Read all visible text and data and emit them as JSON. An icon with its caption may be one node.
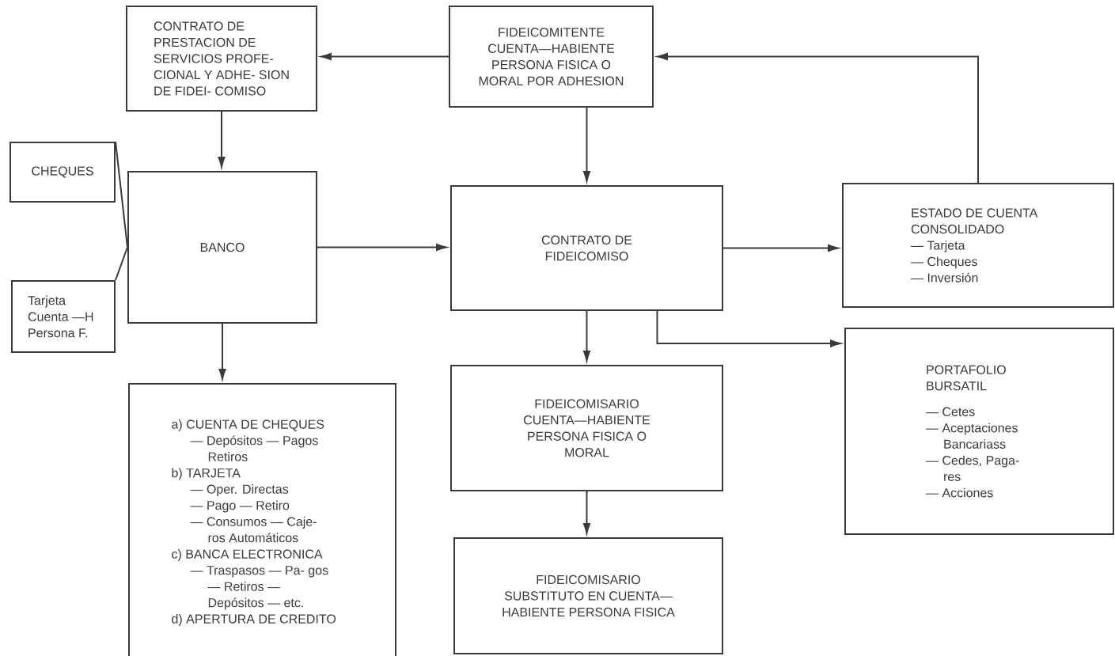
{
  "diagram": {
    "nodes": [
      {
        "text": [
          "CONTRATO DE PRESTACION DE SERVICIOS PROFE- CIONAL Y ADHE- SION DE FIDEI- COMISO"
        ]
      },
      {
        "text": [
          "FIDEICOMITENTE CUENTA—HABIENTE PERSONA FISICA O MORAL POR ADHESION"
        ]
      },
      {
        "text": [
          "CHEQUES"
        ]
      },
      {
        "text": [
          "BANCO"
        ]
      },
      {
        "text": [
          "CONTRATO DE FIDEICOMISO"
        ]
      },
      {
        "text": [
          "ESTADO DE CUENTA CONSOLIDADO",
          "— Tarjeta",
          "— Cheques",
          "— Inversión"
        ]
      },
      {
        "text": [
          "Tarjeta Cuenta —H Persona F."
        ]
      },
      {
        "text": [
          "a) CUENTA DE CHEQUES",
          "— Depósitos — Pagos Retiros",
          "b) TARJETA",
          "— Oper. Directas",
          "— Pago — Retiro",
          "— Consumos — Caje- ros Automáticos",
          "c) BANCA ELECTRONICA",
          "— Traspasos — Pa- gos — Retiros — Depósitos — etc.",
          "d) APERTURA DE CREDITO"
        ]
      },
      {
        "text": [
          "FIDEICOMISARIO CUENTA—HABIENTE PERSONA FISICA O MORAL"
        ]
      },
      {
        "text": [
          "PORTAFOLIO BURSATIL",
          "— Cetes",
          "— Aceptaciones Bancariass",
          "— Cedes, Paga- res",
          "— Acciones"
        ]
      },
      {
        "text": [
          "FIDEICOMISARIO SUBSTITUTO EN CUENTA— HABIENTE PERSONA FISICA"
        ]
      }
    ],
    "edges": [
      {
        "from": 1,
        "to": 0,
        "arrow": "to"
      },
      {
        "from": 0,
        "to": 3,
        "arrow": "to"
      },
      {
        "from": 1,
        "to": 4,
        "arrow": "to"
      },
      {
        "from": 5,
        "to": 1,
        "arrow": "to"
      },
      {
        "from": 2,
        "to": 3,
        "arrow": "none"
      },
      {
        "from": 6,
        "to": 3,
        "arrow": "none"
      },
      {
        "from": 3,
        "to": 4,
        "arrow": "to"
      },
      {
        "from": 4,
        "to": 5,
        "arrow": "to"
      },
      {
        "from": 3,
        "to": 7,
        "arrow": "to"
      },
      {
        "from": 4,
        "to": 8,
        "arrow": "to"
      },
      {
        "from": 4,
        "to": 9,
        "arrow": "to"
      },
      {
        "from": 8,
        "to": 10,
        "arrow": "to"
      }
    ]
  }
}
